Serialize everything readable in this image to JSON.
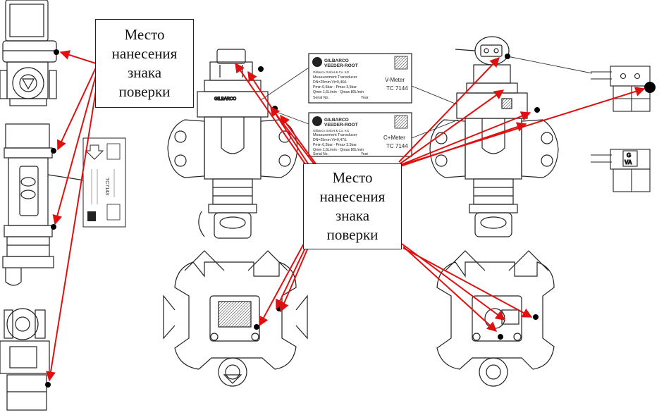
{
  "callout_1": {
    "text": "Место\nнанесения\nзнака\nповерки"
  },
  "callout_2": {
    "text": "Место\nнанесения\nзнака\nповерки"
  },
  "nameplate_v": {
    "brand": "GILBARCO\nVEEDER-ROOT",
    "maker": "Gilbarco GmbH & Co. KG",
    "name": "Measurement Transducer",
    "spec_1": "DN=25mm   Vi=0,46/L",
    "spec_2": "Pmin 0,5bar - Pmax 3,5bar",
    "spec_3": "Qmin 1,6L/min - Qmax 80L/min",
    "serial_label": "Serial No.",
    "year_label": "Year",
    "model": "V-Meter",
    "cert": "TC 7144"
  },
  "nameplate_c": {
    "brand": "GILBARCO\nVEEDER-ROOT",
    "maker": "Gilbarco GmbH & Co. KG",
    "name": "Measurement Transducer",
    "spec_1": "DN=25mm   Vi=0,47/L",
    "spec_2": "Pmin 0,5bar - Pmax 3,5bar",
    "spec_3": "Qmin 1,6L/min - Qmax 80L/min",
    "serial_label": "Serial No.",
    "year_label": "Year",
    "model": "C+Meter",
    "cert": "TC 7144"
  },
  "side_plate": {
    "model_text": "TC7143"
  },
  "connector_label": {
    "text": "G\nVA"
  },
  "colors": {
    "arrow": "#e01010",
    "line_art": "#222222",
    "seal_dot": "#000000",
    "box_border": "#222222"
  }
}
